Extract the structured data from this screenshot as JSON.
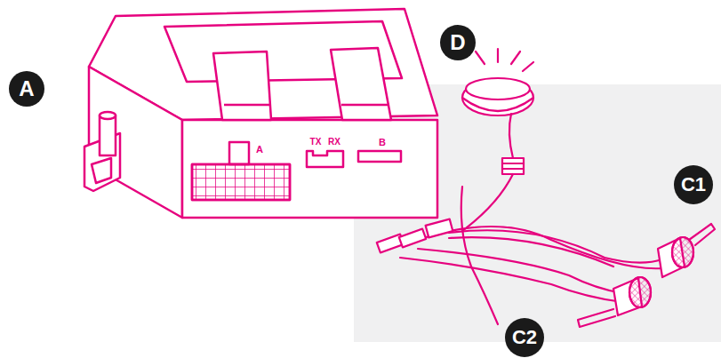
{
  "diagram": {
    "labels": [
      "A",
      "D",
      "C1",
      "C2",
      "A",
      "TX",
      "RX",
      "B"
    ]
  }
}
